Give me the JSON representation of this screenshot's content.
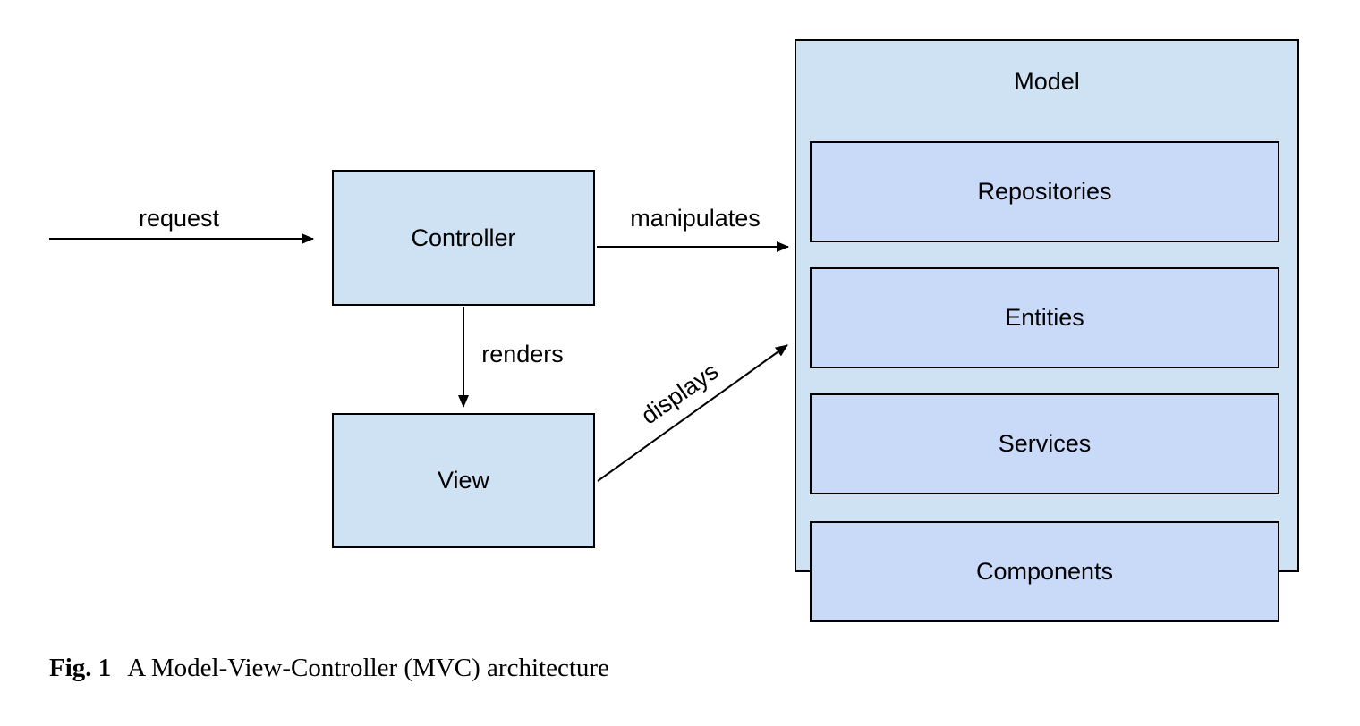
{
  "diagram": {
    "nodes": {
      "controller": {
        "label": "Controller"
      },
      "view": {
        "label": "View"
      },
      "model": {
        "label": "Model",
        "children": [
          {
            "label": "Repositories"
          },
          {
            "label": "Entities"
          },
          {
            "label": "Services"
          },
          {
            "label": "Components"
          }
        ]
      }
    },
    "edges": [
      {
        "label": "request",
        "from": "external",
        "to": "controller"
      },
      {
        "label": "manipulates",
        "from": "controller",
        "to": "model"
      },
      {
        "label": "renders",
        "from": "controller",
        "to": "view"
      },
      {
        "label": "displays",
        "from": "view",
        "to": "model"
      }
    ],
    "colors": {
      "node_fill": "#cfe2f3",
      "subnode_fill": "#c9daf8",
      "border": "#000000",
      "text": "#000000",
      "background": "#ffffff"
    }
  },
  "caption": {
    "tag": "Fig. 1",
    "text": "A Model-View-Controller (MVC) architecture"
  }
}
